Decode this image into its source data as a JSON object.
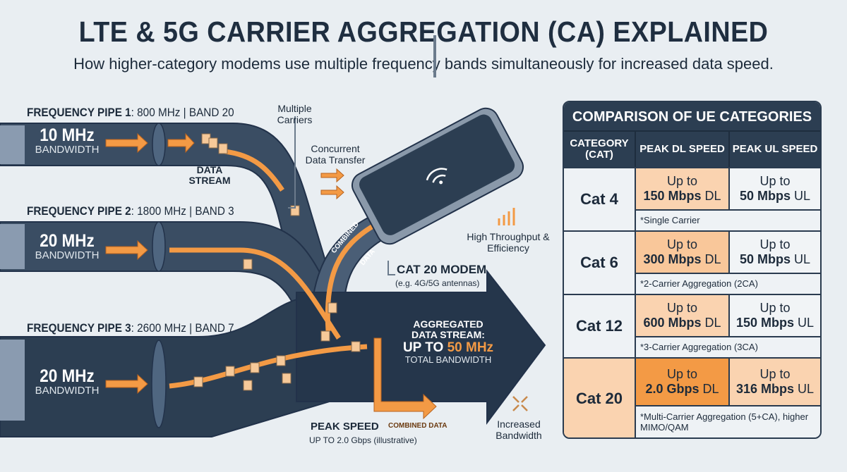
{
  "title": "LTE & 5G CARRIER AGGREGATION (CA) EXPLAINED",
  "subtitle": "How higher-category modems use multiple frequency bands simultaneously for increased data speed.",
  "pipes": [
    {
      "name": "FREQUENCY PIPE 1",
      "detail": ": 800 MHz | BAND 20",
      "bandwidth": "10 MHz",
      "bandwidth_label": "BANDWIDTH"
    },
    {
      "name": "FREQUENCY PIPE 2",
      "detail": ": 1800 MHz | BAND 3",
      "bandwidth": "20 MHz",
      "bandwidth_label": "BANDWIDTH"
    },
    {
      "name": "FREQUENCY PIPE 3",
      "detail": ": 2600 MHz | BAND 7",
      "bandwidth": "20 MHz",
      "bandwidth_label": "BANDWIDTH"
    }
  ],
  "labels": {
    "data_stream": "DATA STREAM",
    "multiple_carriers": "Multiple Carriers",
    "concurrent": "Concurrent Data Transfer",
    "high_throughput": "High Throughput & Efficiency",
    "combined": "COMBINED",
    "data": "DATA",
    "modem": "CAT 20 MODEM",
    "modem_sub": "(e.g. 4G/5G antennas)",
    "agg1": "AGGREGATED",
    "agg2": "DATA STREAM:",
    "agg3": "UP TO ",
    "agg_value": "50 MHz",
    "agg4": "TOTAL BANDWIDTH",
    "peak": "PEAK SPEED",
    "peak_sub": "UP TO 2.0 Gbps (illustrative)",
    "combined_data": "COMBINED DATA",
    "increased": "Increased Bandwidth"
  },
  "table": {
    "title": "COMPARISON OF UE CATEGORIES",
    "headers": [
      "CATEGORY (CAT)",
      "PEAK DL SPEED",
      "PEAK UL SPEED"
    ],
    "rows": [
      {
        "cat": "Cat 4",
        "dl_pre": "Up to",
        "dl": "150 Mbps",
        "dl_unit": " DL",
        "ul_pre": "Up to",
        "ul": "50 Mbps",
        "ul_unit": " UL",
        "note": "*Single Carrier"
      },
      {
        "cat": "Cat 6",
        "dl_pre": "Up to",
        "dl": "300 Mbps",
        "dl_unit": " DL",
        "ul_pre": "Up to",
        "ul": "50 Mbps",
        "ul_unit": " UL",
        "note": "*2-Carrier Aggregation (2CA)"
      },
      {
        "cat": "Cat 12",
        "dl_pre": "Up to",
        "dl": "600 Mbps",
        "dl_unit": " DL",
        "ul_pre": "Up to",
        "ul": "150 Mbps",
        "ul_unit": " UL",
        "note": "*3-Carrier Aggregation (3CA)"
      },
      {
        "cat": "Cat 20",
        "dl_pre": "Up to",
        "dl": "2.0 Gbps",
        "dl_unit": " DL",
        "ul_pre": "Up to",
        "ul": "316 Mbps",
        "ul_unit": " UL",
        "note": "*Multi-Carrier Aggregation (5+CA), higher MIMO/QAM"
      }
    ]
  },
  "colors": {
    "navy": "#2c3e52",
    "orange": "#f39a45",
    "peach": "#fad3b0",
    "bg": "#e9eef2"
  }
}
